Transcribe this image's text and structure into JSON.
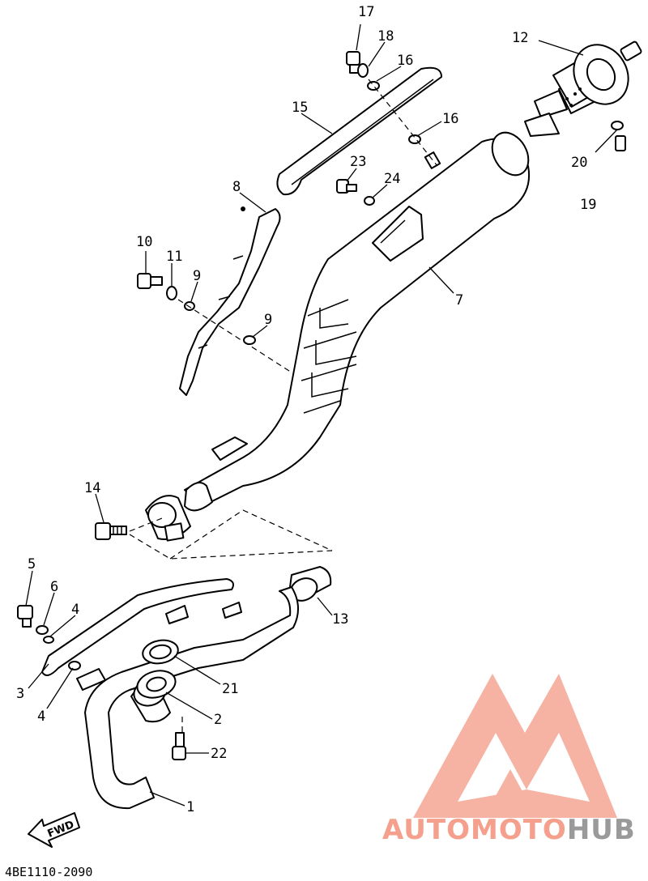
{
  "diagram": {
    "code": "4BE1110-2090",
    "direction_label": "FWD",
    "callouts": [
      "1",
      "2",
      "3",
      "4",
      "4",
      "5",
      "6",
      "7",
      "8",
      "9",
      "9",
      "10",
      "11",
      "12",
      "13",
      "14",
      "15",
      "16",
      "16",
      "17",
      "18",
      "19",
      "20",
      "21",
      "22",
      "23",
      "24"
    ]
  },
  "watermark": {
    "part1": "AUTO",
    "part2": "MOTO",
    "part3": "HUB",
    "color_primary": "#f4a08c",
    "color_secondary": "#9a9a9a"
  }
}
